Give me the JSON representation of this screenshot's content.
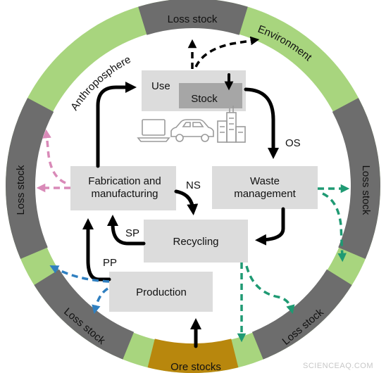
{
  "ring": {
    "environment_label": "Environment",
    "anthroposphere_label": "Anthroposphere",
    "loss_stock_top": "Loss stock",
    "loss_stock_left": "Loss stock",
    "loss_stock_right": "Loss stock",
    "loss_stock_bottom_left": "Loss stock",
    "loss_stock_bottom_right": "Loss stock",
    "ore_stocks": "Ore stocks"
  },
  "boxes": {
    "use": "Use",
    "stock": "Stock",
    "fabrication_line1": "Fabrication and",
    "fabrication_line2": "manufacturing",
    "waste_line1": "Waste",
    "waste_line2": "management",
    "recycling": "Recycling",
    "production": "Production"
  },
  "flows": {
    "os": "OS",
    "ns": "NS",
    "sp": "SP",
    "pp": "PP"
  },
  "icons": [
    "laptop-icon",
    "car-icon",
    "buildings-icon"
  ],
  "colors": {
    "ring_green": "#a8d57e",
    "loss_stock_gray": "#6d6d6d",
    "ore_gold": "#b8870d",
    "box_gray": "#dcdcdc",
    "stock_gray": "#a6a6a6",
    "pink_dashed": "#d98ab8",
    "teal_dashed": "#1f9a73",
    "blue_dashed": "#2f7fc0"
  },
  "watermark": "SCIENCEAQ.COM"
}
